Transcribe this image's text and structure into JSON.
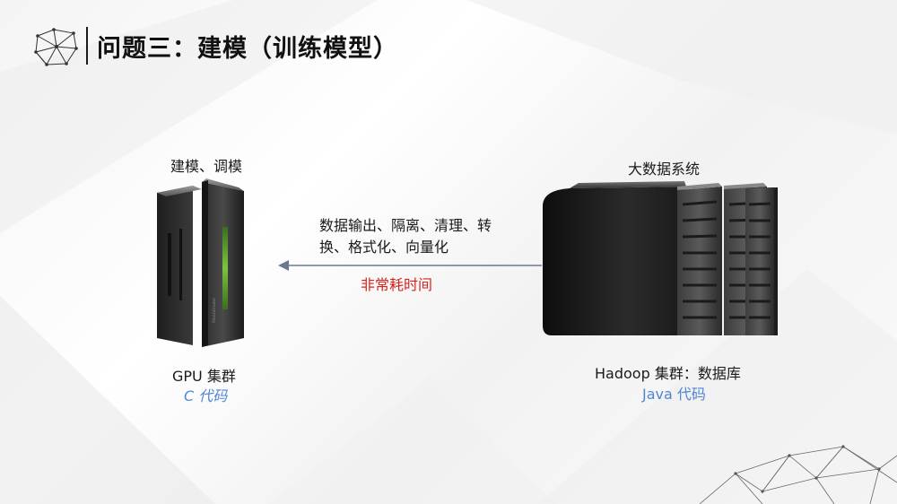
{
  "slide": {
    "title": "问题三：建模（训练模型）"
  },
  "left": {
    "caption_top": "建模、调模",
    "cluster_name": "GPU 集群",
    "code_language": "C 代码",
    "device_icon": "gpu-server-icon",
    "device_brand_text": "Mainframe"
  },
  "right": {
    "caption_top": "大数据系统",
    "cluster_name": "Hadoop 集群：数据库",
    "code_language": "Java 代码",
    "device_icon": "rack-servers-icon"
  },
  "flow": {
    "line1": "数据输出、隔离、清理、转",
    "line2": "换、格式化、向量化",
    "warning": "非常耗时间",
    "direction": "right-to-left"
  },
  "colors": {
    "title": "#111111",
    "code_label": "#4f86d4",
    "warning": "#d9231b",
    "arrow": "#6b7a90",
    "server_accent": "#6fb23a"
  }
}
